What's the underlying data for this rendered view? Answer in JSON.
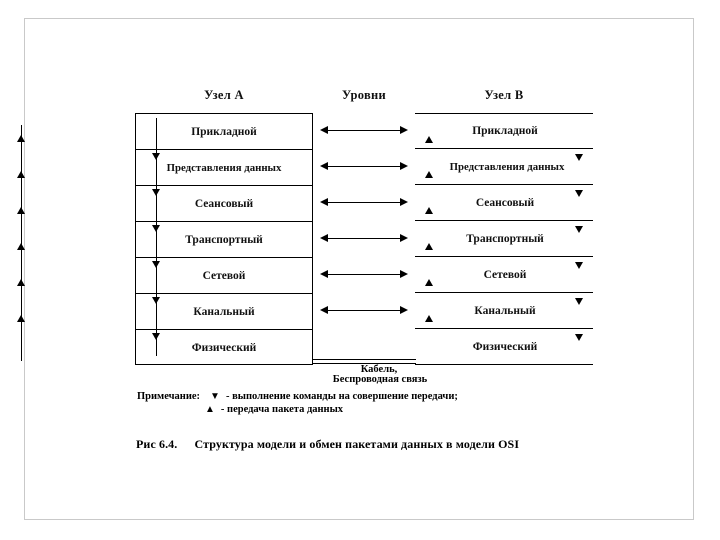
{
  "figure": {
    "headings": {
      "node_a": "Узел А",
      "levels": "Уровни",
      "node_b": "Узел В"
    },
    "layers": [
      {
        "name": "Прикладной",
        "marker_up": "▲",
        "marker_down": ""
      },
      {
        "name": "Представления данных",
        "marker_up": "▲",
        "marker_down": "▼"
      },
      {
        "name": "Сеансовый",
        "marker_up": "▲",
        "marker_down": "▼"
      },
      {
        "name": "Транспортный",
        "marker_up": "▲",
        "marker_down": "▼"
      },
      {
        "name": "Сетевой",
        "marker_up": "▲",
        "marker_down": "▼"
      },
      {
        "name": "Канальный",
        "marker_up": "▲",
        "marker_down": "▼"
      },
      {
        "name": "Физический",
        "marker_up": "",
        "marker_down": "▼"
      }
    ],
    "link": {
      "cable_label": "Кабель,",
      "wireless_label": "Беспроводная связь"
    },
    "notes": {
      "title": "Примечание:",
      "down_glyph": "▼",
      "down_text": "- выполнение команды на совершение передачи;",
      "up_glyph": "▲",
      "up_text": "- передача пакета данных"
    },
    "caption": {
      "number": "Рис 6.4.",
      "text": "Структура модели и обмен пакетами данных в модели OSI"
    },
    "colors": {
      "ink": "#000000",
      "page_border": "#c9c9c9",
      "background": "#ffffff"
    }
  }
}
